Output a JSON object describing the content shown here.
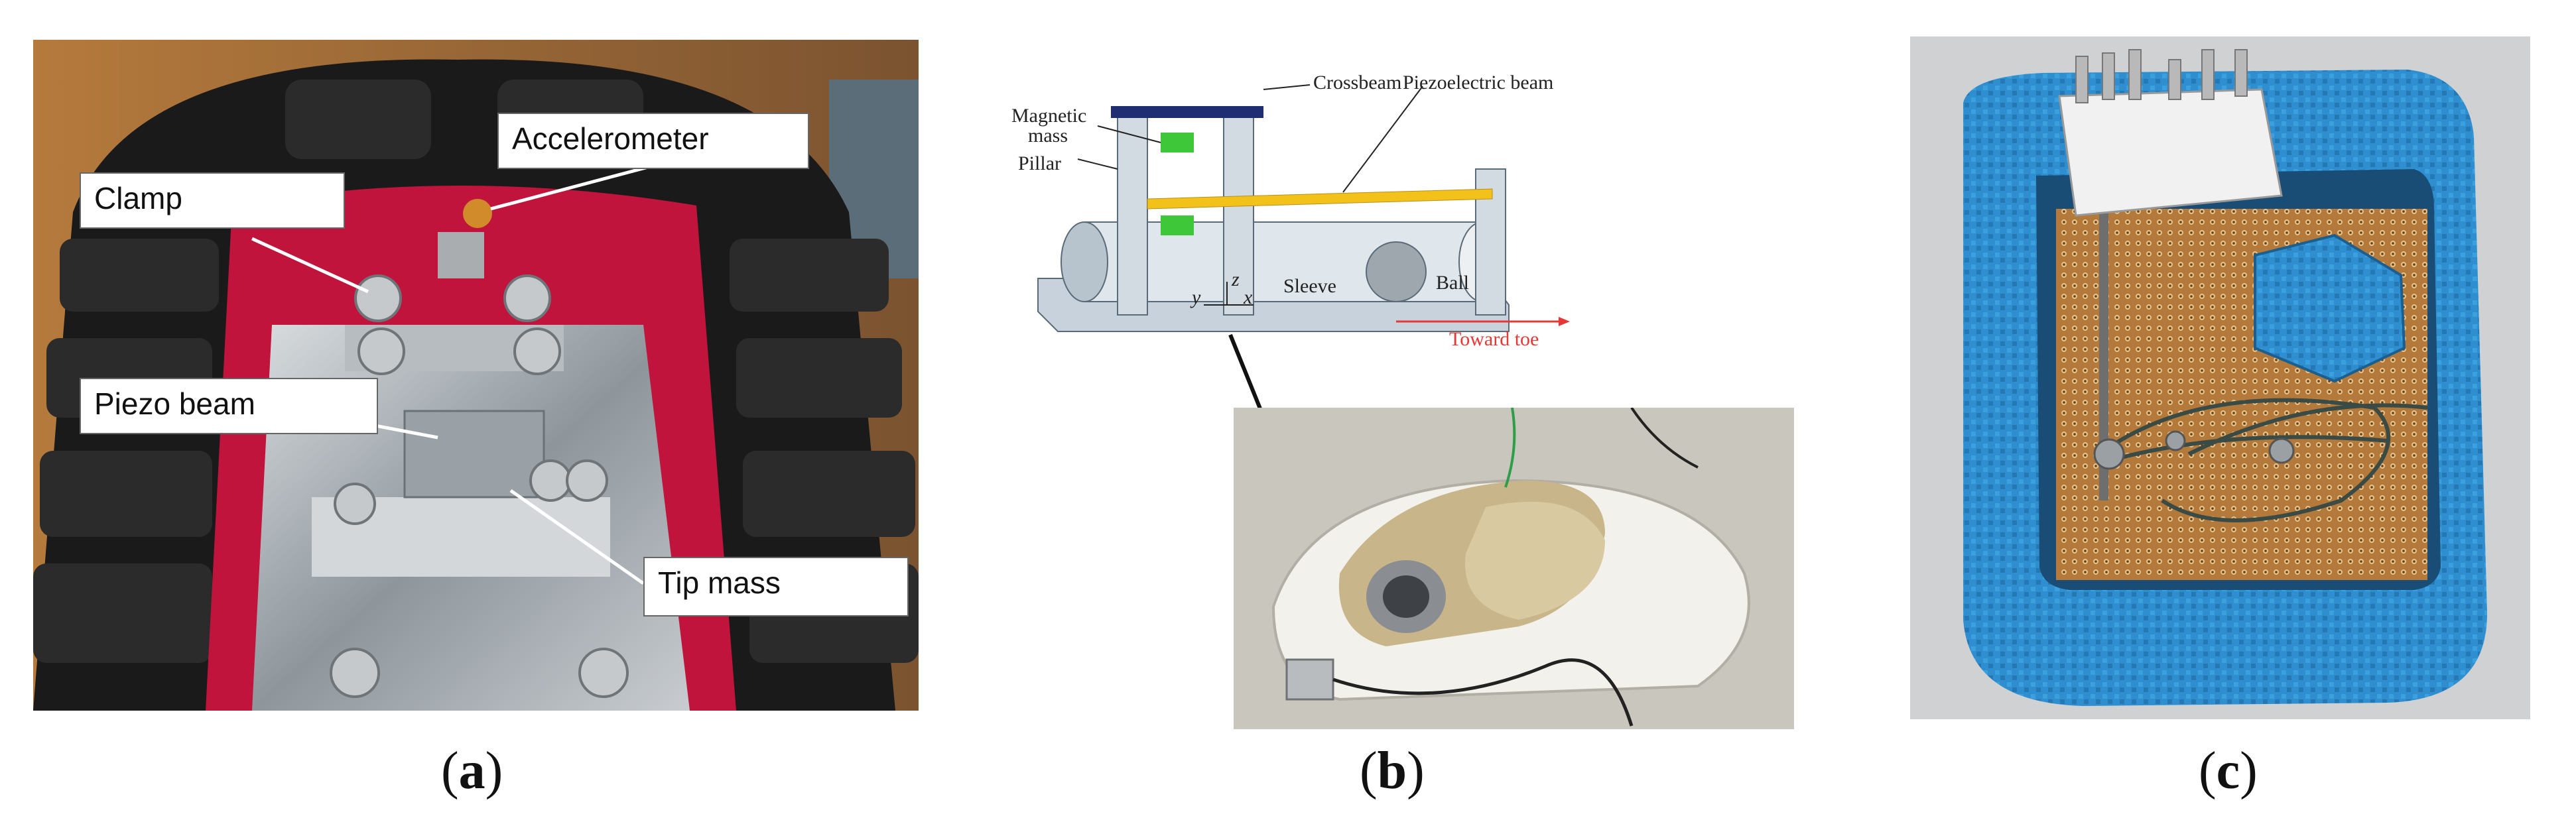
{
  "panel_a": {
    "labels": {
      "clamp": "Clamp",
      "accelerometer": "Accelerometer",
      "piezo_beam": "Piezo beam",
      "tip_mass": "Tip mass"
    },
    "caption_letter": "a"
  },
  "panel_b": {
    "labels": {
      "crossbeam": "Crossbeam",
      "piezoelectric_beam": "Piezoelectric beam",
      "magnetic_mass_1": "Magnetic",
      "magnetic_mass_2": "mass",
      "pillar": "Pillar",
      "sleeve": "Sleeve",
      "ball": "Ball",
      "toward_toe": "Toward toe",
      "axis_x": "x",
      "axis_y": "y",
      "axis_z": "z"
    },
    "caption_letter": "b"
  },
  "panel_c": {
    "caption_letter": "c"
  },
  "colors": {
    "foam_blue": "#2f8ecf",
    "sole_black": "#1a1a1a",
    "sole_red": "#c0143c",
    "toward_toe_red": "#e53935",
    "crossbeam_navy": "#1f2d73",
    "piezo_yellow": "#f2c21b",
    "magnet_green": "#3fc73a"
  }
}
